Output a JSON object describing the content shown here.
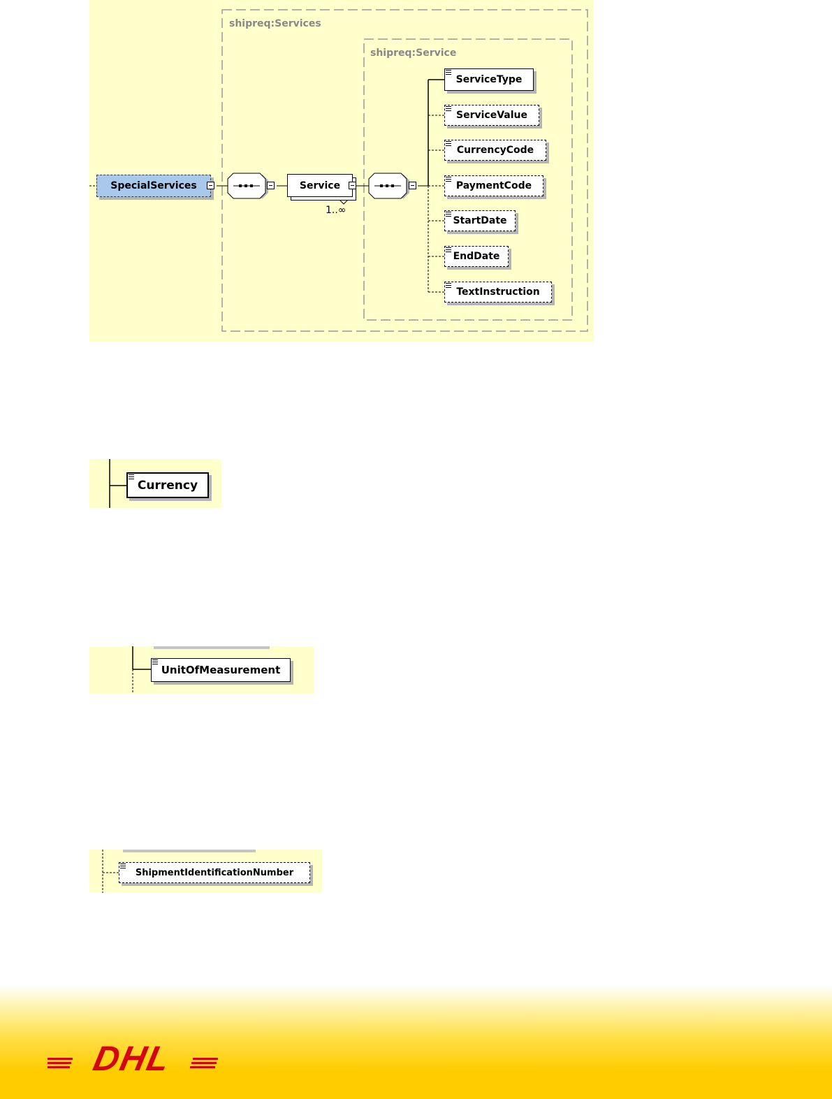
{
  "diagram1": {
    "services_group_label": "shipreq:Services",
    "service_group_label": "shipreq:Service",
    "root_element": "SpecialServices",
    "service_element": "Service",
    "service_occurrence": "1..∞",
    "children": [
      {
        "label": "ServiceType",
        "required": true
      },
      {
        "label": "ServiceValue",
        "required": false
      },
      {
        "label": "CurrencyCode",
        "required": false
      },
      {
        "label": "PaymentCode",
        "required": false
      },
      {
        "label": "StartDate",
        "required": false
      },
      {
        "label": "EndDate",
        "required": false
      },
      {
        "label": "TextInstruction",
        "required": false
      }
    ]
  },
  "diagram2": {
    "element": "Currency"
  },
  "diagram3": {
    "element": "UnitOfMeasurement"
  },
  "diagram4": {
    "element": "ShipmentIdentificationNumber"
  },
  "footer": {
    "logo_text": "DHL",
    "logo_color": "#d40511",
    "band_color": "#ffcc00"
  },
  "colors": {
    "panel_background": "#ffffcc",
    "selected_element": "#a8c8ec"
  }
}
